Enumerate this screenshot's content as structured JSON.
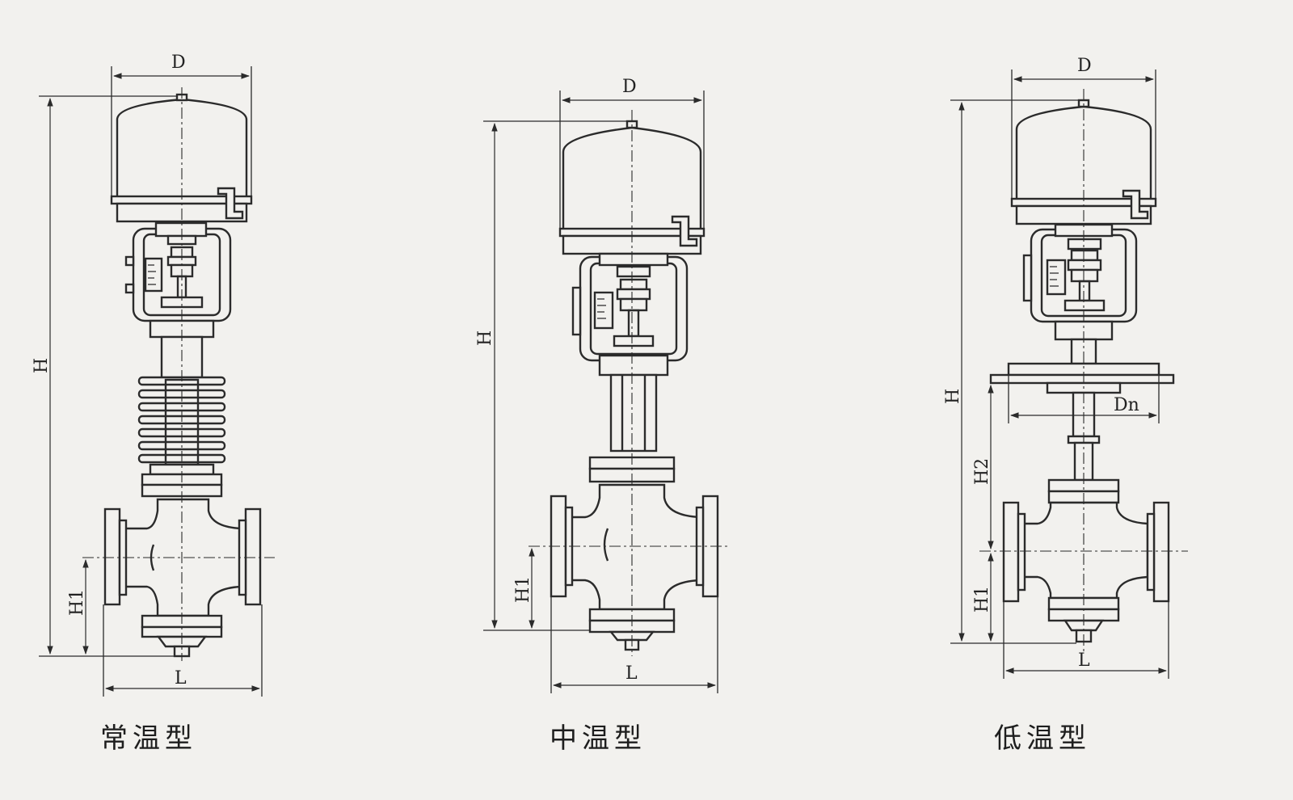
{
  "diagrams": [
    {
      "caption": "常温型",
      "labels": {
        "d": "D",
        "h": "H",
        "h1": "H1",
        "l": "L"
      }
    },
    {
      "caption": "中温型",
      "labels": {
        "d": "D",
        "h": "H",
        "h1": "H1",
        "l": "L"
      }
    },
    {
      "caption": "低温型",
      "labels": {
        "d": "D",
        "h": "H",
        "h1": "H1",
        "h2": "H2",
        "l": "L",
        "dn": "Dn"
      }
    }
  ]
}
